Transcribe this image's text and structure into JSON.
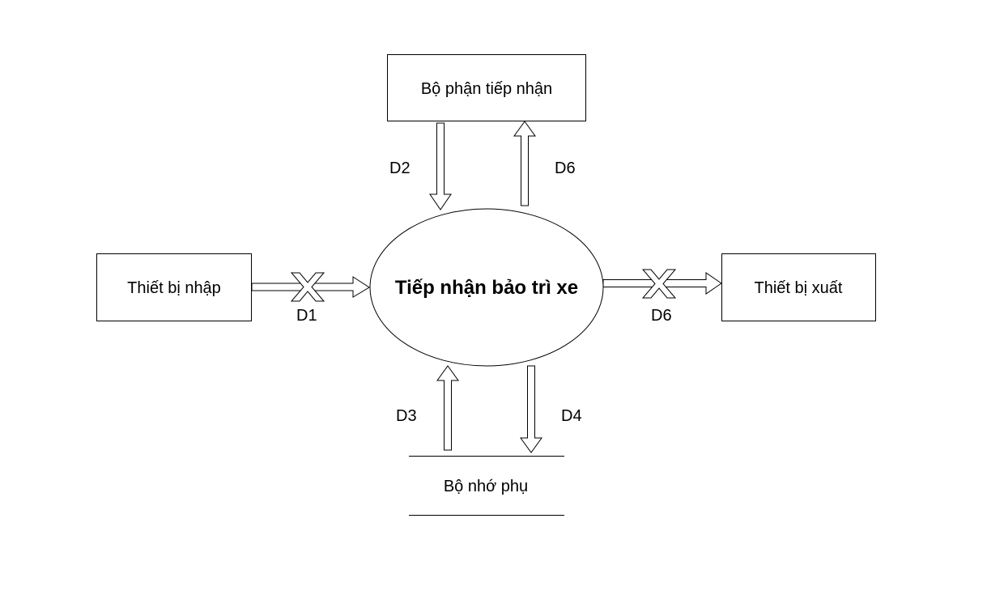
{
  "diagram": {
    "process": "Tiếp nhận bảo trì xe",
    "entities": {
      "top": "Bộ phận tiếp nhận",
      "left": "Thiết bị nhập",
      "right": "Thiết bị xuất"
    },
    "store": "Bộ nhớ phụ",
    "flows": {
      "d1": "D1",
      "d2": "D2",
      "d3": "D3",
      "d4": "D4",
      "d6_top": "D6",
      "d6_right": "D6"
    }
  }
}
